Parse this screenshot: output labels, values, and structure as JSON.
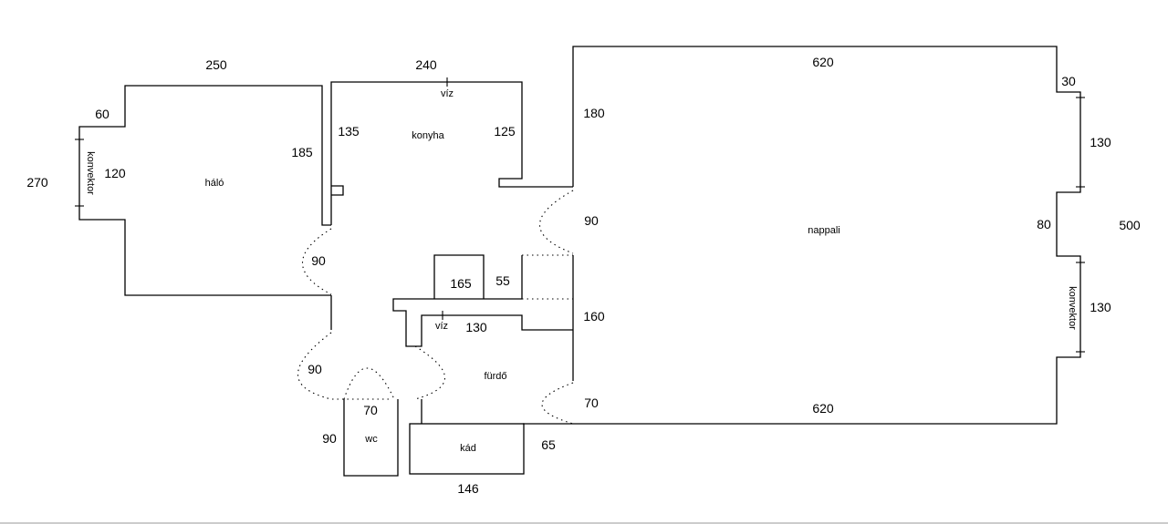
{
  "rooms": {
    "halo": "háló",
    "konyha": "konyha",
    "nappali": "nappali",
    "furdo": "fürdő",
    "wc": "wc",
    "kad": "kád"
  },
  "fixtures": {
    "viz_kitchen": "víz",
    "viz_bath": "víz",
    "konvektor_left": "konvektor",
    "konvektor_right": "konvektor"
  },
  "dimensions": {
    "halo_top": "250",
    "halo_step": "60",
    "halo_left_total": "270",
    "halo_left_inner": "120",
    "halo_right": "185",
    "halo_door": "90",
    "konyha_top": "240",
    "konyha_left": "135",
    "konyha_right": "125",
    "hall_door": "90",
    "block_width": "165",
    "block_side": "55",
    "bath_wall": "130",
    "corridor_door": "90",
    "wc_door": "70",
    "wc_depth": "90",
    "bath_width": "146",
    "bath_depth": "65",
    "nappali_top": "620",
    "nappali_bottom": "620",
    "nappali_step": "30",
    "nappali_right_upper": "130",
    "nappali_right_niche": "80",
    "nappali_right_total": "500",
    "nappali_right_lower": "130",
    "nappali_left_upper": "180",
    "nappali_door_upper": "90",
    "nappali_left_mid": "160",
    "nappali_door_lower": "70"
  }
}
